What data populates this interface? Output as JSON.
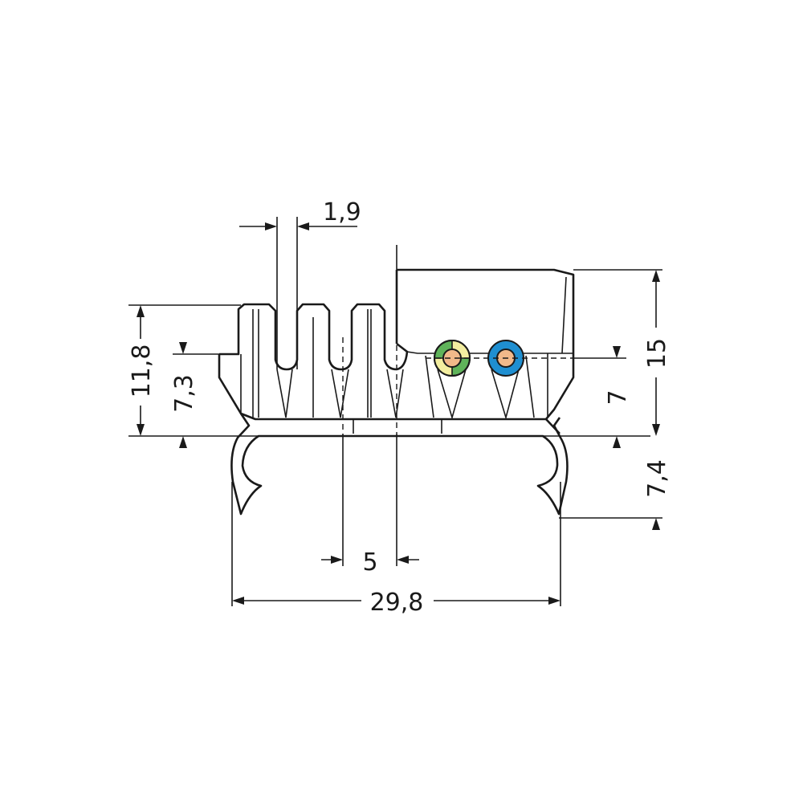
{
  "drawing": {
    "dimensions": {
      "conductor_pitch_small": "1,9",
      "housing_height": "11,8",
      "entry_height": "7,3",
      "total_height": "15",
      "marker_height": "7",
      "rail_depth": "7,4",
      "pitch": "5",
      "total_width": "29,8"
    },
    "colors": {
      "ground_green": "#5fb35a",
      "ground_yellow": "#f3eea0",
      "neutral_blue": "#1f8fd1",
      "copper_core": "#f2b98a",
      "line": "#1a1a1a"
    },
    "terminals": [
      "ground-terminal",
      "neutral-terminal"
    ]
  }
}
